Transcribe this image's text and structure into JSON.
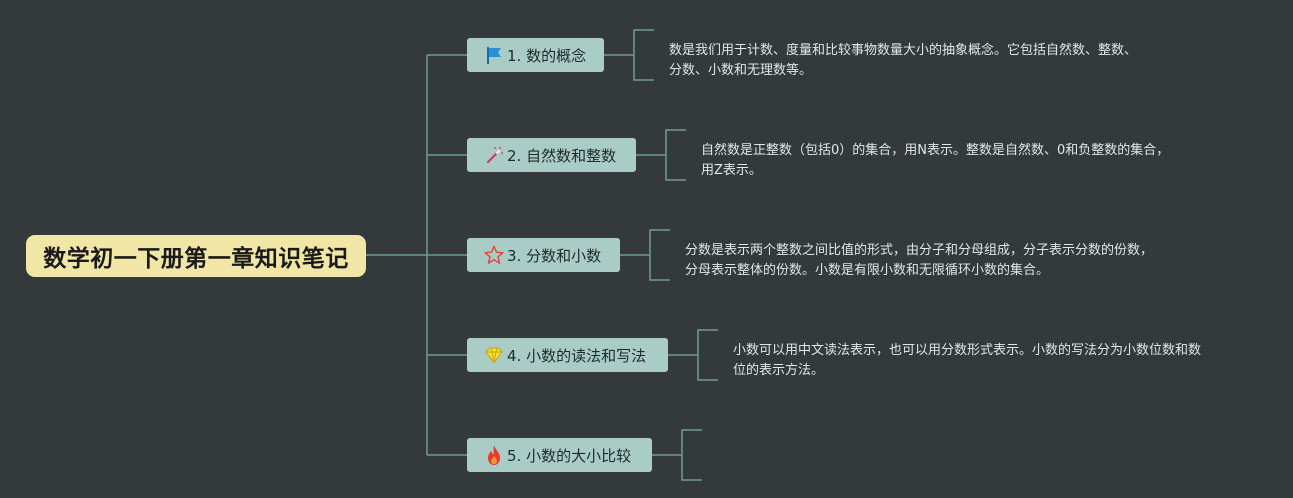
{
  "root": {
    "title": "数学初一下册第一章知识笔记"
  },
  "topics": [
    {
      "icon": "flag-icon",
      "label": "1. 数的概念",
      "note": "数是我们用于计数、度量和比较事物数量大小的抽象概念。它包括自然数、整数、分数、小数和无理数等。"
    },
    {
      "icon": "magic-wand-icon",
      "label": "2. 自然数和整数",
      "note": "自然数是正整数（包括0）的集合，用N表示。整数是自然数、0和负整数的集合，用Z表示。"
    },
    {
      "icon": "star-icon",
      "label": "3. 分数和小数",
      "note": "分数是表示两个整数之间比值的形式，由分子和分母组成，分子表示分数的份数，分母表示整体的份数。小数是有限小数和无限循环小数的集合。"
    },
    {
      "icon": "diamond-icon",
      "label": "4. 小数的读法和写法",
      "note": "小数可以用中文读法表示，也可以用分数形式表示。小数的写法分为小数位数和数位的表示方法。"
    },
    {
      "icon": "fire-icon",
      "label": "5. 小数的大小比较",
      "note": ""
    }
  ],
  "colors": {
    "background": "#343a3b",
    "root_fill": "#f1e6a6",
    "topic_fill": "#a9cdc6",
    "connector": "#6f9c92",
    "note_text": "#e2e6e6"
  }
}
